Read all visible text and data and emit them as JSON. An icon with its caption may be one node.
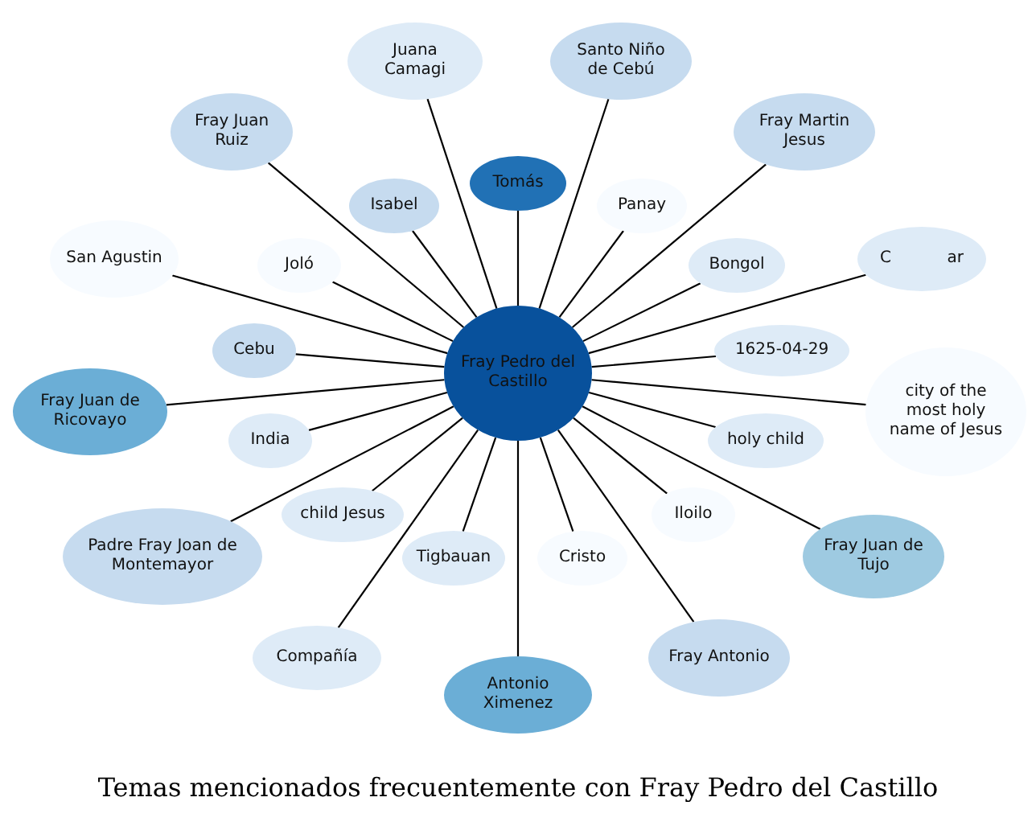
{
  "diagram": {
    "title": "Temas mencionados frecuentemente con Fray Pedro del Castillo",
    "nodes": [
      {
        "text": [
          "Fray Pedro del Castillo"
        ]
      },
      {
        "text": [
          "Tomás"
        ]
      },
      {
        "text": [
          "Fray Juan de Ricovayo"
        ]
      },
      {
        "text": [
          "Antonio Ximenez"
        ]
      },
      {
        "text": [
          "Fray Juan de Tujo"
        ]
      },
      {
        "text": [
          "Juana Camagi"
        ]
      },
      {
        "text": [
          "Panay"
        ]
      },
      {
        "text": [
          "Bongol"
        ]
      },
      {
        "text": [
          "Santo Niño de Cebú"
        ]
      },
      {
        "text": [
          "Fray Martin Jesus"
        ]
      },
      {
        "text": [
          "San Agustin"
        ]
      },
      {
        "text": [
          "Joló"
        ]
      },
      {
        "text": [
          "Cebu"
        ]
      },
      {
        "text": [
          "Fray Juan Ruiz"
        ]
      },
      {
        "text": [
          "1625-04-29"
        ]
      },
      {
        "text": [
          "India"
        ]
      },
      {
        "text": [
          "Isabel"
        ]
      },
      {
        "text": [
          "C",
          "ar"
        ]
      },
      {
        "text": [
          "Padre Fray Joan de Montemayor"
        ]
      },
      {
        "text": [
          "city of the most holy name of Jesus"
        ]
      },
      {
        "text": [
          "child Jesus"
        ]
      },
      {
        "text": [
          "Fray Antonio"
        ]
      },
      {
        "text": [
          "Iloilo"
        ]
      },
      {
        "text": [
          "Compañía"
        ]
      },
      {
        "text": [
          "holy child"
        ]
      },
      {
        "text": [
          "Tigbauan"
        ]
      },
      {
        "text": [
          "Cristo"
        ]
      }
    ],
    "edges": [
      {
        "from": 0,
        "to": 1,
        "arrow": "none"
      },
      {
        "from": 0,
        "to": 2,
        "arrow": "none"
      },
      {
        "from": 0,
        "to": 3,
        "arrow": "none"
      },
      {
        "from": 0,
        "to": 4,
        "arrow": "none"
      },
      {
        "from": 0,
        "to": 5,
        "arrow": "none"
      },
      {
        "from": 0,
        "to": 6,
        "arrow": "none"
      },
      {
        "from": 0,
        "to": 7,
        "arrow": "none"
      },
      {
        "from": 0,
        "to": 8,
        "arrow": "none"
      },
      {
        "from": 0,
        "to": 9,
        "arrow": "none"
      },
      {
        "from": 0,
        "to": 10,
        "arrow": "none"
      },
      {
        "from": 0,
        "to": 11,
        "arrow": "none"
      },
      {
        "from": 0,
        "to": 12,
        "arrow": "none"
      },
      {
        "from": 0,
        "to": 13,
        "arrow": "none"
      },
      {
        "from": 0,
        "to": 14,
        "arrow": "none"
      },
      {
        "from": 0,
        "to": 15,
        "arrow": "none"
      },
      {
        "from": 0,
        "to": 16,
        "arrow": "none"
      },
      {
        "from": 0,
        "to": 17,
        "arrow": "none"
      },
      {
        "from": 0,
        "to": 18,
        "arrow": "none"
      },
      {
        "from": 0,
        "to": 19,
        "arrow": "none"
      },
      {
        "from": 0,
        "to": 20,
        "arrow": "none"
      },
      {
        "from": 0,
        "to": 21,
        "arrow": "none"
      },
      {
        "from": 0,
        "to": 22,
        "arrow": "none"
      },
      {
        "from": 0,
        "to": 23,
        "arrow": "none"
      },
      {
        "from": 0,
        "to": 24,
        "arrow": "none"
      },
      {
        "from": 0,
        "to": 25,
        "arrow": "none"
      },
      {
        "from": 0,
        "to": 26,
        "arrow": "none"
      }
    ]
  }
}
